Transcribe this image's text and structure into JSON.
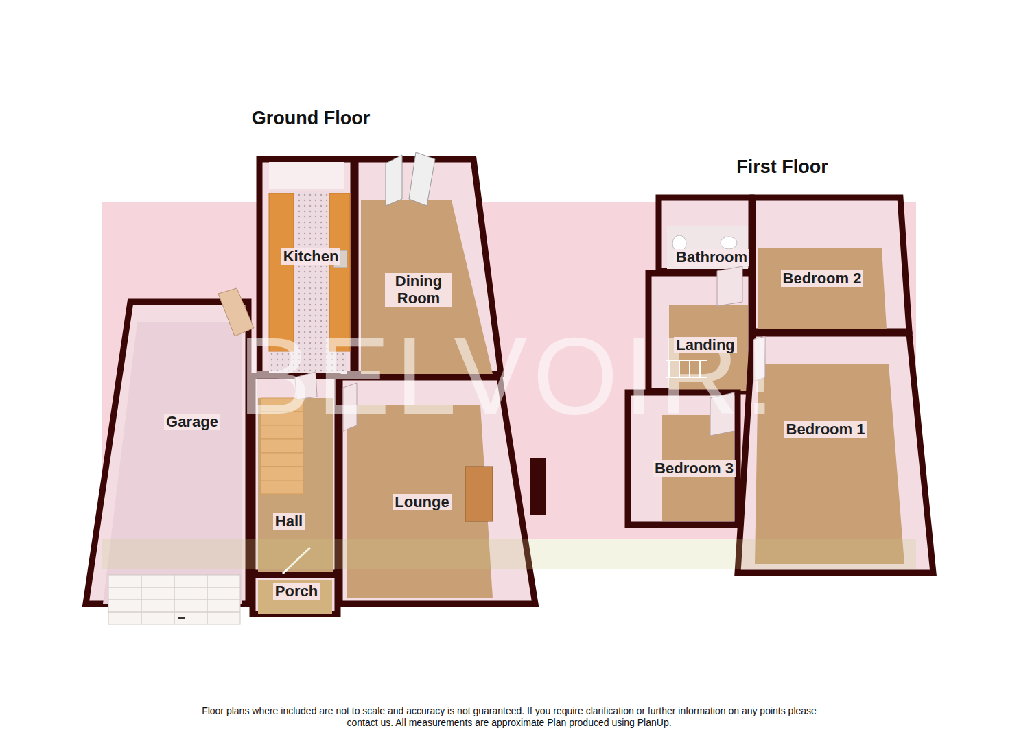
{
  "diagram": {
    "caption": "Floor plans where included are not to scale and accuracy is not guaranteed. If you require clarification or further information on any points please contact us. All measurements are approximate Plan produced using PlanUp.",
    "nodes": [
      {
        "text": [
          "Kitchen"
        ]
      },
      {
        "text": [
          "Dining Room"
        ]
      },
      {
        "text": [
          "Garage"
        ]
      },
      {
        "text": [
          "Hall"
        ]
      },
      {
        "text": [
          "Lounge"
        ]
      },
      {
        "text": [
          "Porch"
        ]
      },
      {
        "text": [
          "Bathroom"
        ]
      },
      {
        "text": [
          "Bedroom 2"
        ]
      },
      {
        "text": [
          "Landing"
        ]
      },
      {
        "text": [
          "Bedroom 3"
        ]
      },
      {
        "text": [
          "Bedroom 1"
        ]
      }
    ],
    "labels": [
      "Ground Floor",
      "First Floor",
      "BELVOIR!"
    ]
  }
}
